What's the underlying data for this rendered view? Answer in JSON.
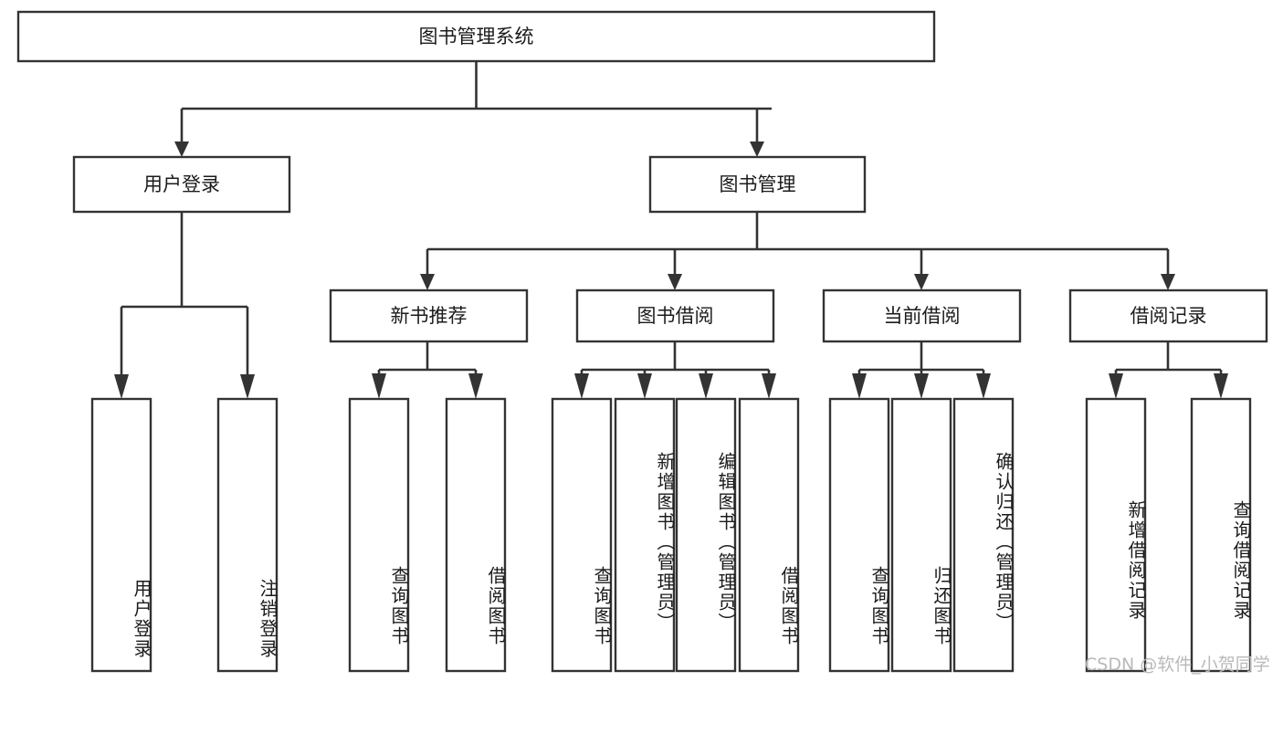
{
  "diagram": {
    "title": "图书管理系统",
    "type": "tree-hierarchy",
    "root": {
      "id": "root",
      "label": "图书管理系统",
      "orientation": "horizontal"
    },
    "level2": [
      {
        "id": "user-login",
        "label": "用户登录",
        "orientation": "horizontal"
      },
      {
        "id": "book-management",
        "label": "图书管理",
        "orientation": "horizontal"
      }
    ],
    "level3": [
      {
        "id": "new-book-recommend",
        "label": "新书推荐",
        "orientation": "horizontal",
        "parent": "book-management"
      },
      {
        "id": "book-borrow",
        "label": "图书借阅",
        "orientation": "horizontal",
        "parent": "book-management"
      },
      {
        "id": "current-borrow",
        "label": "当前借阅",
        "orientation": "horizontal",
        "parent": "book-management"
      },
      {
        "id": "borrow-record",
        "label": "借阅记录",
        "orientation": "horizontal",
        "parent": "book-management"
      }
    ],
    "leaves": [
      {
        "id": "leaf-user-login",
        "label": "用户登录",
        "orientation": "vertical",
        "parent": "user-login"
      },
      {
        "id": "leaf-user-logout",
        "label": "注销登录",
        "orientation": "vertical",
        "parent": "user-login"
      },
      {
        "id": "leaf-query-book-1",
        "label": "查询图书",
        "orientation": "vertical",
        "parent": "new-book-recommend"
      },
      {
        "id": "leaf-borrow-book-1",
        "label": "借阅图书",
        "orientation": "vertical",
        "parent": "new-book-recommend"
      },
      {
        "id": "leaf-query-book-2",
        "label": "查询图书",
        "orientation": "vertical",
        "parent": "book-borrow"
      },
      {
        "id": "leaf-add-book",
        "label": "新增图书（管理员）",
        "orientation": "vertical",
        "parent": "book-borrow"
      },
      {
        "id": "leaf-edit-book",
        "label": "编辑图书（管理员）",
        "orientation": "vertical",
        "parent": "book-borrow"
      },
      {
        "id": "leaf-borrow-book-2",
        "label": "借阅图书",
        "orientation": "vertical",
        "parent": "book-borrow"
      },
      {
        "id": "leaf-query-book-3",
        "label": "查询图书",
        "orientation": "vertical",
        "parent": "current-borrow"
      },
      {
        "id": "leaf-return-book",
        "label": "归还图书",
        "orientation": "vertical",
        "parent": "current-borrow"
      },
      {
        "id": "leaf-confirm-return",
        "label": "确认归还（管理员）",
        "orientation": "vertical",
        "parent": "current-borrow"
      },
      {
        "id": "leaf-add-record",
        "label": "新增借阅记录",
        "orientation": "vertical",
        "parent": "borrow-record"
      },
      {
        "id": "leaf-query-record",
        "label": "查询借阅记录",
        "orientation": "vertical",
        "parent": "borrow-record"
      }
    ],
    "colors": {
      "box_stroke": "#333333",
      "box_fill": "#ffffff",
      "edge": "#333333",
      "text": "#1b1b1b",
      "background": "#ffffff",
      "watermark": "#b9b9b9"
    }
  },
  "watermark": {
    "text": "CSDN @软件_小贺同学"
  }
}
